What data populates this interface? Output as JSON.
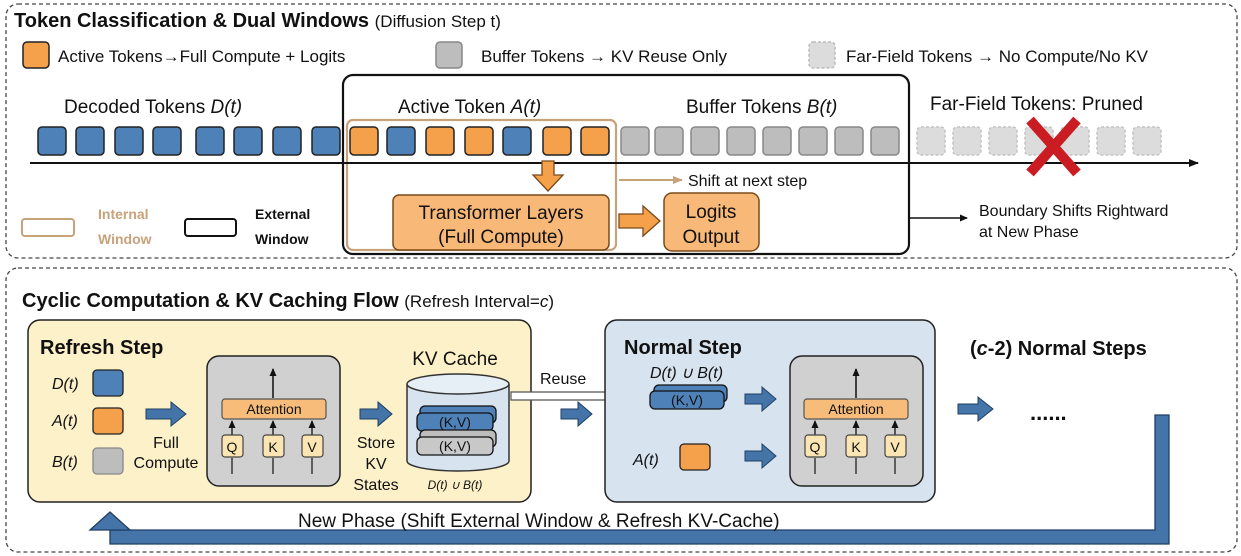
{
  "colors": {
    "decoded": "#4d81b8",
    "active": "#f5a04a",
    "buffer": "#bdbdbd",
    "far": "#dcdcdc",
    "internal_window": "#c7a27a",
    "external_window": "#111111",
    "refresh_panel": "#fdf1c9",
    "normal_panel": "#d7e3ef",
    "arrow_blue": "#4575a8",
    "attention": "#f7bb7a",
    "qkv": "#fbe6b3",
    "layer_box": "#d0d0d0",
    "cross": "#c91d23"
  },
  "top": {
    "title": "Token Classification & Dual Windows",
    "title_note": "(Diffusion Step t)",
    "legend": {
      "active": "Active Tokens→Full Compute + Logits",
      "buffer": "Buffer Tokens → KV Reuse Only",
      "far": "Far-Field Tokens → No Compute/No KV"
    },
    "labels": {
      "decoded_prefix": "Decoded Tokens ",
      "decoded_sym": "D(t)",
      "active_prefix": "Active Token ",
      "active_sym": "A(t)",
      "buffer_prefix": "Buffer Tokens ",
      "buffer_sym": "B(t)",
      "far": "Far-Field Tokens: Pruned"
    },
    "transformer_line1": "Transformer Layers",
    "transformer_line2": "(Full Compute)",
    "logits_line1": "Logits",
    "logits_line2": "Output",
    "shift_next": "Shift at next step",
    "boundary_line1": "Boundary Shifts Rightward",
    "boundary_line2": "at New Phase",
    "internal_line1": "Internal",
    "internal_line2": "Window",
    "external_line1": "External",
    "external_line2": "Window"
  },
  "bottom": {
    "title": "Cyclic Computation & KV Caching Flow",
    "title_note_prefix": "(Refresh Interval=",
    "title_note_sym": "c",
    "title_note_suffix": ")",
    "refresh_title": "Refresh Step",
    "d_label": "D(t)",
    "a_label": "A(t)",
    "b_label": "B(t)",
    "full_line1": "Full",
    "full_line2": "Compute",
    "attention": "Attention",
    "q": "Q",
    "k": "K",
    "v": "V",
    "store_line1": "Store",
    "store_line2": "KV",
    "store_line3": "States",
    "kv_cache": "KV Cache",
    "kv_pair": "(K,V)",
    "kv_union": "D(t) ∪ B(t)",
    "reuse": "Reuse",
    "normal_title": "Normal Step",
    "normal_union": "D(t) ∪ B(t)",
    "normal_a": "A(t)",
    "c_steps_open": "(",
    "c_steps_sym": "c",
    "c_steps_rest": "-2) Normal Steps",
    "ellipsis": "......",
    "new_phase": "New Phase (Shift External Window & Refresh KV-Cache)"
  }
}
